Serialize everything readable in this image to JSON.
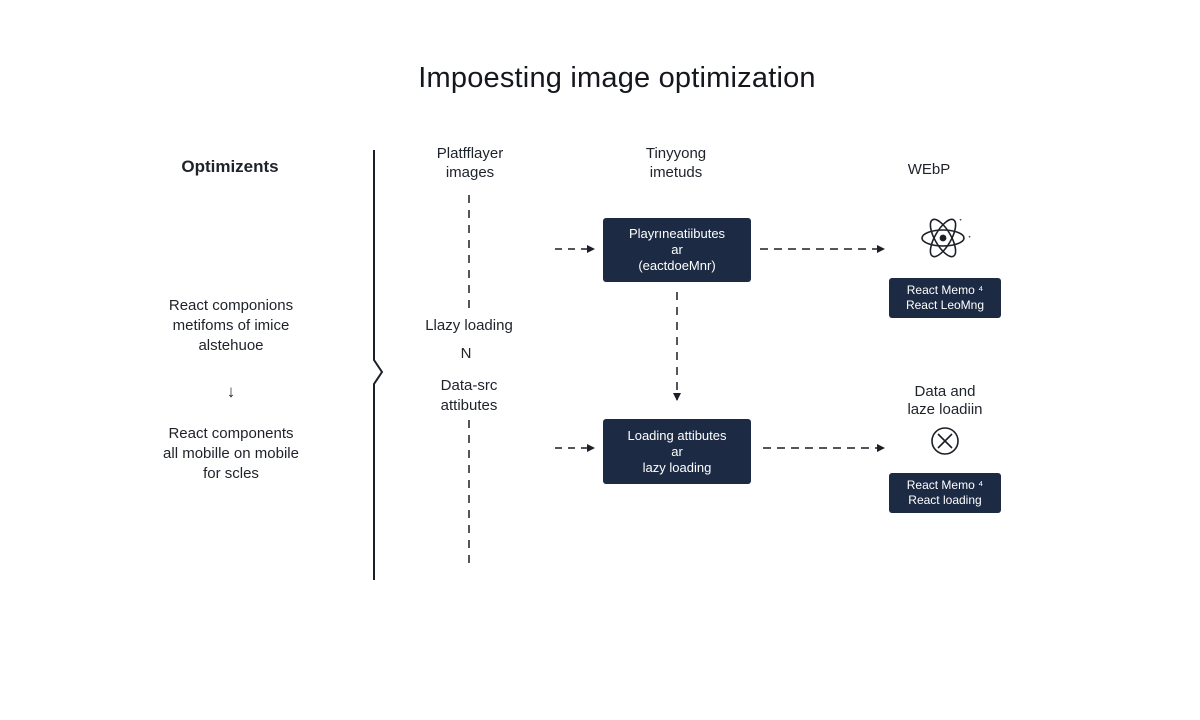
{
  "title": "Impoesting image optimization",
  "columns": {
    "optimizents": "Optimizents",
    "platfflayer": [
      "Platfflayer",
      "images"
    ],
    "tinyyong": [
      "Tinyyong",
      "imetuds"
    ],
    "webp": "WEbP"
  },
  "left_notes": {
    "note1": [
      "React componions",
      "metifoms of imice",
      "alstehuoe"
    ],
    "arrow": "↓",
    "note2": [
      "React components",
      "all mobille on mobile",
      "for scles"
    ]
  },
  "middle_steps": {
    "lazy_loading": "Llazy loading",
    "arrow": "N",
    "data_src": [
      "Data-src",
      "attibutes"
    ]
  },
  "boxes": {
    "top": [
      "Playrıneatiibutes",
      "ar",
      "(eactdoeMnr)"
    ],
    "bottom": [
      "Loading attibutes",
      "ar",
      "lazy loading"
    ]
  },
  "right_items": {
    "memo_top": [
      "React Memo ⁴",
      "React LeoMng"
    ],
    "data_and": [
      "Data and",
      "laze loadiin"
    ],
    "memo_bottom": [
      "React Memo ⁴",
      "React loading"
    ]
  },
  "icons": {
    "react": "react-atom-icon",
    "cancel": "circle-x-icon"
  },
  "colors": {
    "box_fill": "#1c2a44",
    "line": "#1b1f27",
    "background": "#ffffff"
  }
}
